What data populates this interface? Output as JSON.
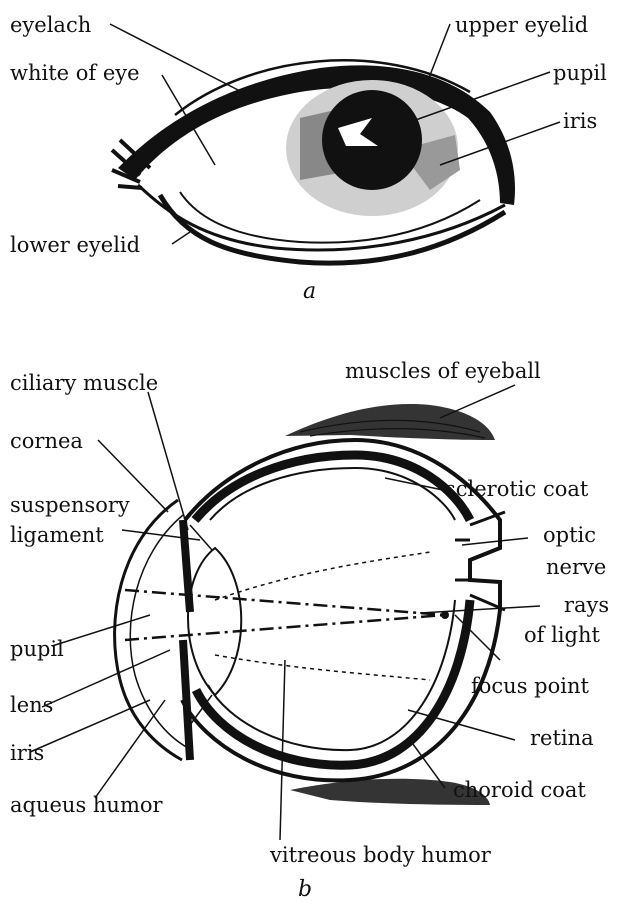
{
  "panel_a": {
    "caption": "a",
    "labels": {
      "eyelash": "eyelach",
      "white_of_eye": "white of eye",
      "lower_eyelid": "lower eyelid",
      "upper_eyelid": "upper eyelid",
      "pupil": "pupil",
      "iris": "iris"
    }
  },
  "panel_b": {
    "caption": "b",
    "labels": {
      "ciliary_muscle": "ciliary muscle",
      "cornea": "cornea",
      "suspensory_1": "suspensory",
      "suspensory_2": "ligament",
      "pupil": "pupil",
      "lens": "lens",
      "iris": "iris",
      "aqueus_humor": "aqueus humor",
      "muscles_of_eyeball": "muscles of eyeball",
      "sclerotic_coat": "sclerotic coat",
      "optic_1": "optic",
      "optic_2": "nerve",
      "rays_1": "rays",
      "rays_2": "of light",
      "focus_point": "focus point",
      "retina": "retina",
      "choroid_coat": "choroid coat",
      "vitreous_body_humor": "vitreous body humor"
    }
  }
}
